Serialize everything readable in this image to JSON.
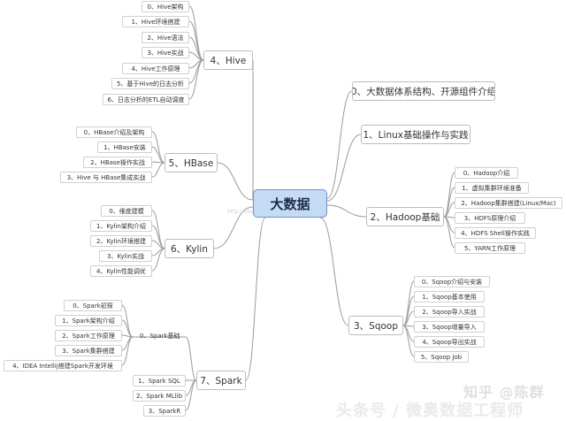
{
  "center": {
    "label": "大数据"
  },
  "branches": {
    "hive": {
      "label": "4、Hive",
      "items": [
        "0、Hive架构",
        "1、Hive环境搭建",
        "2、Hive语法",
        "3、Hive实战",
        "4、Hive工作原理",
        "5、基于Hive的日志分析",
        "6、日志分析的ETL自动调度"
      ]
    },
    "hbase": {
      "label": "5、HBase",
      "items": [
        "0、HBase介绍及架构",
        "1、HBase安装",
        "2、HBase操作实战",
        "3、Hive 与 HBase集成实战"
      ]
    },
    "kylin": {
      "label": "6、Kylin",
      "items": [
        "0、维度建模",
        "1、Kylin架构介绍",
        "2、Kylin环境搭建",
        "3、Kylin实战",
        "4、Kylin性能调优"
      ]
    },
    "spark": {
      "label": "7、Spark",
      "basics_label": "0、Spark基础",
      "basics_items": [
        "0、Spark初探",
        "1、Spark架构介绍",
        "2、Spark工作原理",
        "3、Spark集群搭建",
        "4、IDEA Intellij搭建Spark开发环境"
      ],
      "items": [
        "1、Spark SQL",
        "2、Spark MLlib",
        "3、SparkR"
      ]
    },
    "intro": {
      "label": "0、大数据体系结构、开源组件介绍"
    },
    "linux": {
      "label": "1、Linux基础操作与实践"
    },
    "hadoop": {
      "label": "2、Hadoop基础",
      "items": [
        "0、Hadoop介绍",
        "1、虚拟集群环境准备",
        "2、Hadoop集群搭建(Linux/Mac)",
        "3、HDFS原理介绍",
        "4、HDFS Shell操作实践",
        "5、YARN工作原理"
      ]
    },
    "sqoop": {
      "label": "3、Sqoop",
      "items": [
        "0、Sqoop介绍与安装",
        "1、Sqoop基本使用",
        "2、Sqoop导入实战",
        "3、Sqoop增量导入",
        "4、Sqoop导出实战",
        "5、Sqoop Job"
      ]
    }
  },
  "watermark": {
    "zhihu": "知乎 @陈群",
    "toutiao": "头条号 / 微奥数据工程师",
    "faint_url": "http://blog.csdn.net/"
  },
  "colors": {
    "line": "#9a9a9a",
    "center_fill": "#c4daf5",
    "center_border": "#6d95c8"
  }
}
